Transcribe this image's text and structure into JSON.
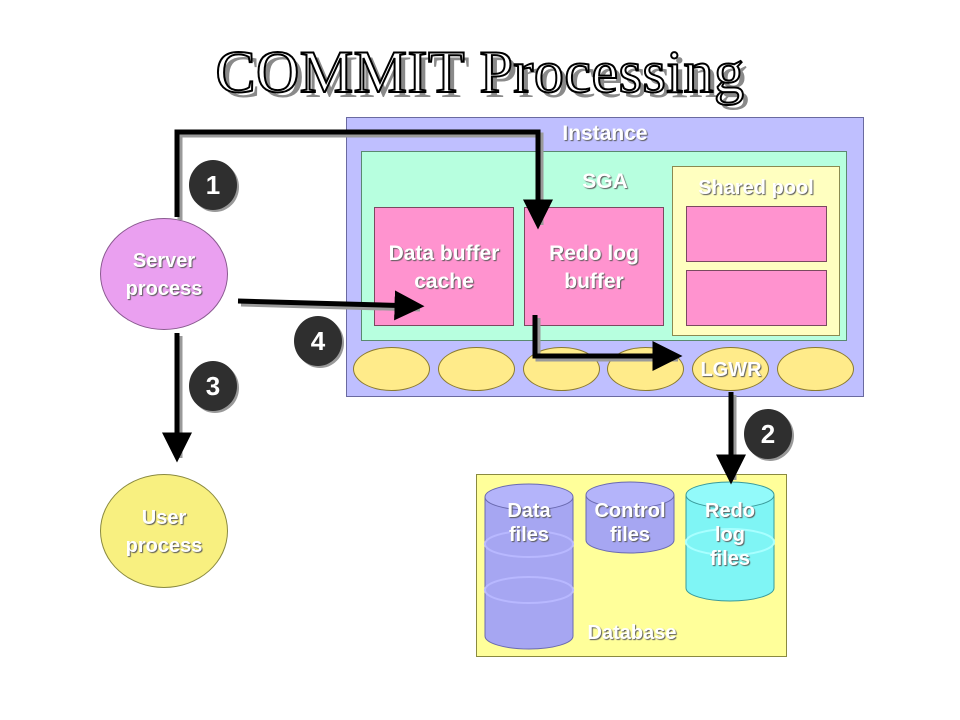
{
  "title": "COMMIT Processing",
  "instance": {
    "label": "Instance"
  },
  "sga": {
    "label": "SGA"
  },
  "data_buffer_cache": {
    "line1": "Data buffer",
    "line2": "cache"
  },
  "redo_log_buffer": {
    "line1": "Redo log",
    "line2": "buffer"
  },
  "shared_pool": {
    "label": "Shared pool"
  },
  "lgwr": {
    "label": "LGWR"
  },
  "server_process": {
    "line1": "Server",
    "line2": "process"
  },
  "user_process": {
    "line1": "User",
    "line2": "process"
  },
  "database": {
    "label": "Database",
    "data_files": {
      "line1": "Data",
      "line2": "files"
    },
    "control_files": {
      "line1": "Control",
      "line2": "files"
    },
    "redo_log_files": {
      "line1": "Redo",
      "line2": "log",
      "line3": "files"
    }
  },
  "steps": [
    "1",
    "2",
    "3",
    "4"
  ]
}
